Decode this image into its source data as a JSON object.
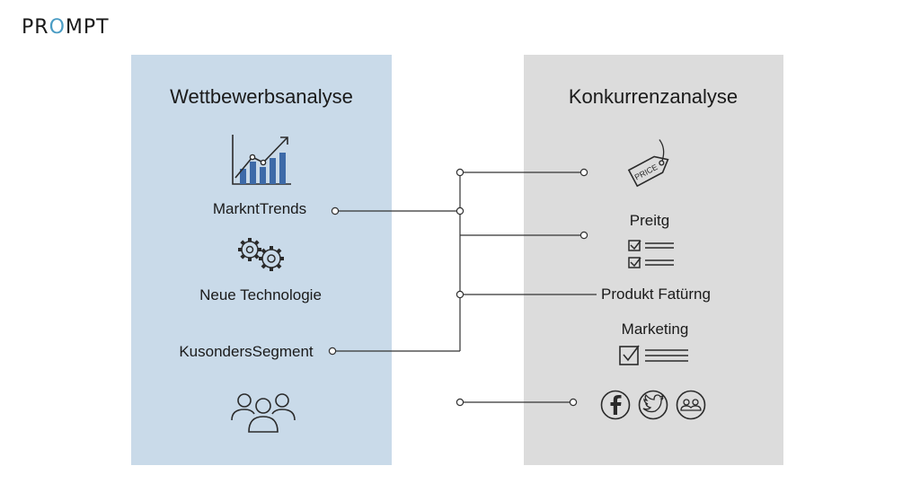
{
  "brand": {
    "prefix": "PR",
    "o": "O",
    "suffix": "MPT"
  },
  "left_panel": {
    "title": "Wettbewerbsanalyse",
    "items": [
      "MarkntTrends",
      "Neue Technologie",
      "KusondersSegment"
    ]
  },
  "right_panel": {
    "title": "Konkurrenzanalyse",
    "price_tag_text": "PRICE",
    "items": [
      "Preitg",
      "Produkt Fatürng",
      "Marketing"
    ]
  },
  "colors": {
    "left_panel": "#c9dae9",
    "right_panel": "#dcdcdc",
    "icon_blue": "#3d6aa8",
    "line": "#333333",
    "logo_accent": "#4a9cc4"
  },
  "icons": [
    "chart-icon",
    "gears-icon",
    "people-icon",
    "price-tag-icon",
    "checklist-icon",
    "facebook-icon",
    "twitter-icon",
    "community-icon"
  ]
}
